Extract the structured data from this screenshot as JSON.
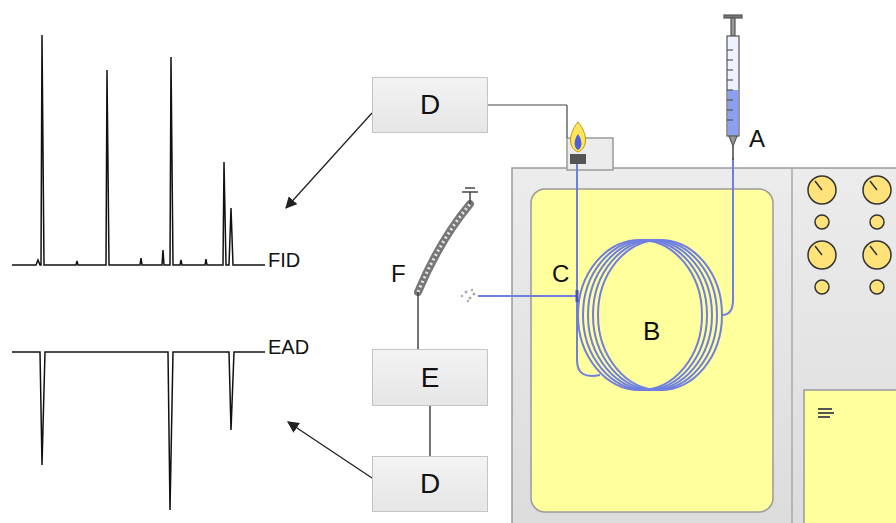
{
  "diagram": {
    "nodes": [
      {
        "text": [
          "D"
        ]
      },
      {
        "text": [
          "E"
        ]
      },
      {
        "text": [
          "D"
        ]
      }
    ],
    "edges": [
      {
        "from": 1,
        "to": 2,
        "arrow": "none"
      }
    ],
    "labels": [
      "A",
      "B",
      "C",
      "F",
      "FID",
      "EAD"
    ]
  }
}
